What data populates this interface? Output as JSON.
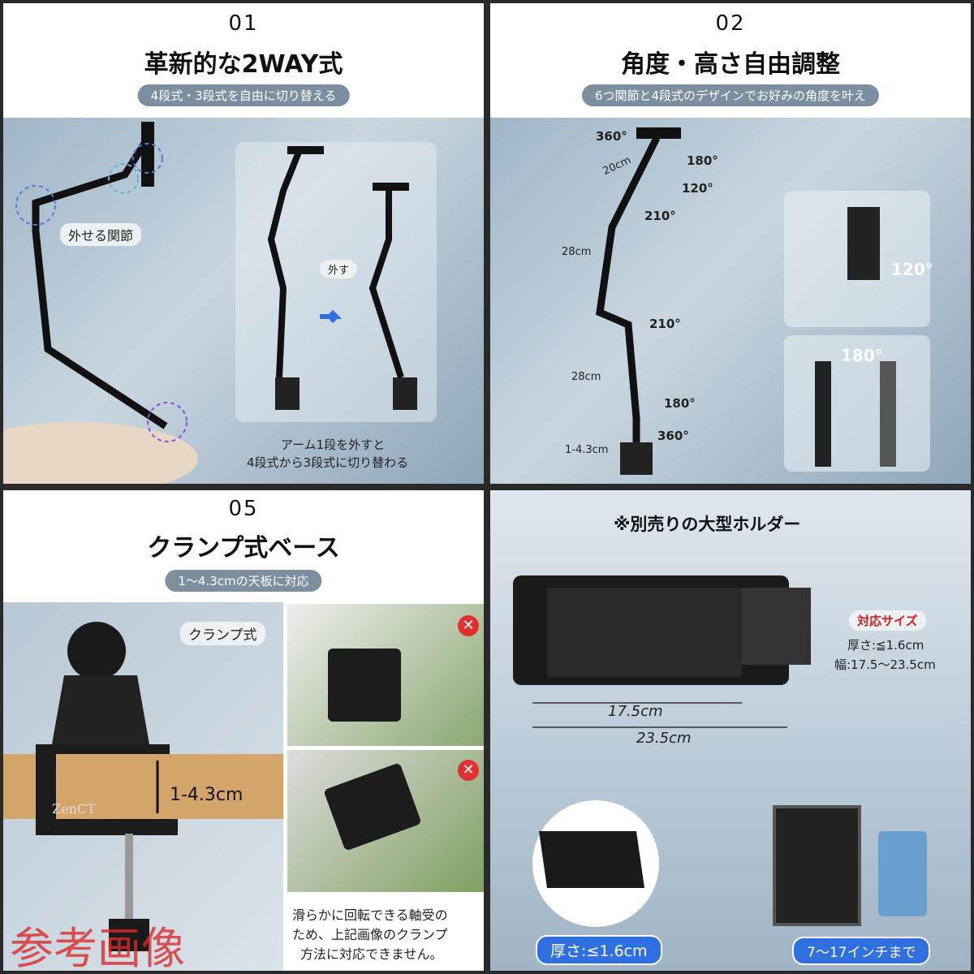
{
  "panel1": {
    "number": "01",
    "title": "革新的な2WAY式",
    "subtitle": "4段式・3段式を自由に切り替える",
    "joint_label": "外せる関節",
    "remove_label": "外す",
    "caption_line1": "アーム1段を外すと",
    "caption_line2": "4段式から3段式に切り替わる"
  },
  "panel2": {
    "number": "02",
    "title": "角度・高さ自由調整",
    "subtitle": "6つ関節と4段式のデザインでお好みの角度を叶え",
    "angles": [
      "360°",
      "180°",
      "120°",
      "210°",
      "210°",
      "180°",
      "360°"
    ],
    "lengths": [
      "20cm",
      "28cm",
      "28cm",
      "1-4.3cm"
    ],
    "inset1_angle": "120°",
    "inset2_angle": "180°"
  },
  "panel3": {
    "number": "05",
    "title": "クランプ式ベース",
    "subtitle": "1〜4.3cmの天板に対応",
    "clamp_label": "クランプ式",
    "thickness": "1-4.3cm",
    "brand": "ZenCT",
    "watermark": "参考画像",
    "note_line1": "滑らかに回転できる軸受の",
    "note_line2": "ため、上記画像のクランプ",
    "note_line3": "方法に対応できません。",
    "x_icon": "✕"
  },
  "panel4": {
    "title": "※別売りの大型ホルダー",
    "size_badge": "対応サイズ",
    "thickness_spec": "厚さ:≦1.6cm",
    "width_spec": "幅:17.5〜23.5cm",
    "dim_min": "17.5cm",
    "dim_max": "23.5cm",
    "bottom_left_pill": "厚さ:≤1.6cm",
    "bottom_right_pill": "7〜17インチまで"
  },
  "colors": {
    "pill": "#7b8fa0",
    "accent_blue": "#2f6fe0",
    "badge_red": "#e03030",
    "scene": "#9fb6c8"
  }
}
